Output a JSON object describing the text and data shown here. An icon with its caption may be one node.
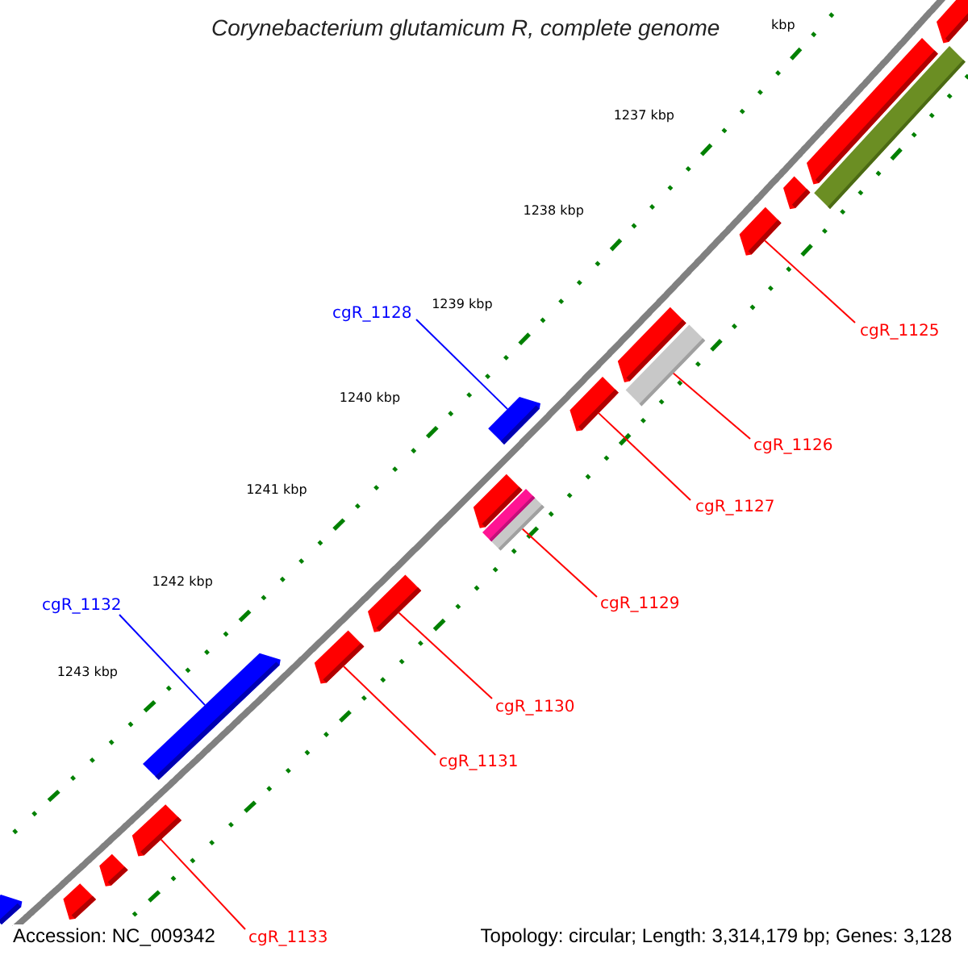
{
  "diagram": {
    "title": "Corynebacterium glutamicum R, complete genome",
    "nodes": [
      {
        "text": [
          "cgR_1128"
        ]
      },
      {
        "text": [
          "cgR_1125"
        ]
      },
      {
        "text": [
          "cgR_1126"
        ]
      },
      {
        "text": [
          "cgR_1127"
        ]
      },
      {
        "text": [
          "cgR_1129"
        ]
      },
      {
        "text": [
          "cgR_1132"
        ]
      },
      {
        "text": [
          "cgR_1130"
        ]
      },
      {
        "text": [
          "cgR_1131"
        ]
      },
      {
        "text": [
          "cgR_1133"
        ]
      },
      {
        "text": [],
        "shape": "pentagon"
      },
      {
        "text": [],
        "shape": "bar"
      },
      {
        "text": [],
        "shape": "pentagon"
      },
      {
        "text": [],
        "shape": "pentagon"
      },
      {
        "text": [],
        "shape": "pentagon"
      },
      {
        "text": [],
        "shape": "bar"
      },
      {
        "text": [],
        "shape": "pentagon"
      },
      {
        "text": [],
        "shape": "pentagon"
      },
      {
        "text": [],
        "shape": "pentagon"
      },
      {
        "text": [],
        "shape": "bar"
      },
      {
        "text": [],
        "shape": "bar"
      },
      {
        "text": [],
        "shape": "pentagon"
      },
      {
        "text": [],
        "shape": "pentagon"
      },
      {
        "text": [],
        "shape": "pentagon"
      },
      {
        "text": [],
        "shape": "pentagon"
      },
      {
        "text": [],
        "shape": "pentagon"
      },
      {
        "text": [],
        "shape": "pentagon"
      },
      {
        "text": [],
        "shape": "pentagon"
      },
      {
        "text": [],
        "shape": "pentagon"
      }
    ],
    "edges": [
      {
        "from": 0,
        "to": 17,
        "arrow": "none",
        "color": "#0000ff"
      },
      {
        "from": 1,
        "to": 13,
        "arrow": "none"
      },
      {
        "from": 2,
        "to": 14,
        "arrow": "none"
      },
      {
        "from": 3,
        "to": 16,
        "arrow": "none"
      },
      {
        "from": 4,
        "to": 19,
        "arrow": "none"
      },
      {
        "from": 5,
        "to": 23,
        "arrow": "none",
        "color": "#0000ff"
      },
      {
        "from": 6,
        "to": 21,
        "arrow": "none"
      },
      {
        "from": 7,
        "to": 22,
        "arrow": "none"
      },
      {
        "from": 8,
        "to": 24,
        "arrow": "none"
      }
    ],
    "labels": [
      "kbp",
      "1237 kbp",
      "1238 kbp",
      "1239 kbp",
      "1240 kbp",
      "1241 kbp",
      "1242 kbp",
      "1243 kbp",
      "Accession: NC_009342",
      "Topology: circular; Length: 3,314,179 bp; Genes: 3,128"
    ]
  }
}
